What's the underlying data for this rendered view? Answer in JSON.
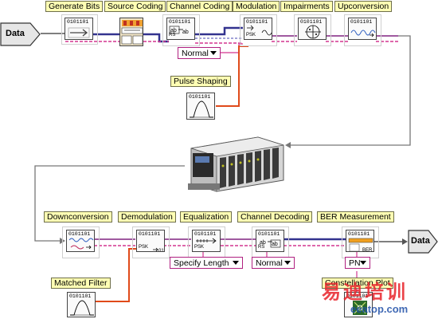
{
  "terminals": {
    "input": "Data",
    "output": "Data"
  },
  "blocks": {
    "generate_bits": {
      "label": "Generate Bits",
      "bits": "0101101"
    },
    "source_coding": {
      "label": "Source Coding"
    },
    "channel_coding": {
      "label": "Channel Coding",
      "bits": "0101101",
      "sub": "RS"
    },
    "modulation": {
      "label": "Modulation",
      "bits": "0101101",
      "sub": "PSK"
    },
    "impairments": {
      "label": "Impairments",
      "bits": "0101101"
    },
    "upconversion": {
      "label": "Upconversion",
      "bits": "0101101"
    },
    "pulse_shaping": {
      "label": "Pulse Shaping",
      "bits": "0101101"
    },
    "downconversion": {
      "label": "Downconversion",
      "bits": "0101101"
    },
    "demodulation": {
      "label": "Demodulation",
      "bits": "0101101",
      "sub": "PSK"
    },
    "equalization": {
      "label": "Equalization",
      "bits": "0101101",
      "sub": "PSK"
    },
    "channel_decoding": {
      "label": "Channel Decoding",
      "bits": "0101101",
      "sub": "RS"
    },
    "ber_measurement": {
      "label": "BER Measurement",
      "bits": "0101101"
    },
    "matched_filter": {
      "label": "Matched Filter",
      "bits": "0101101"
    },
    "constellation_plot": {
      "label": "Constellation Plot",
      "bits": "0101101"
    }
  },
  "controls": {
    "channel_coding_mode": "Normal",
    "equalization_mode": "Specify Length",
    "channel_decoding_mode": "Normal",
    "ber_sequence": "PN"
  },
  "watermark": {
    "text": "易迪培训",
    "url": "eeatop.com"
  },
  "colors": {
    "wire_data": "#4a4ab0",
    "wire_signal": "#d3358f",
    "wire_filter": "#e04a1a",
    "label_bg": "#ffffb4"
  }
}
